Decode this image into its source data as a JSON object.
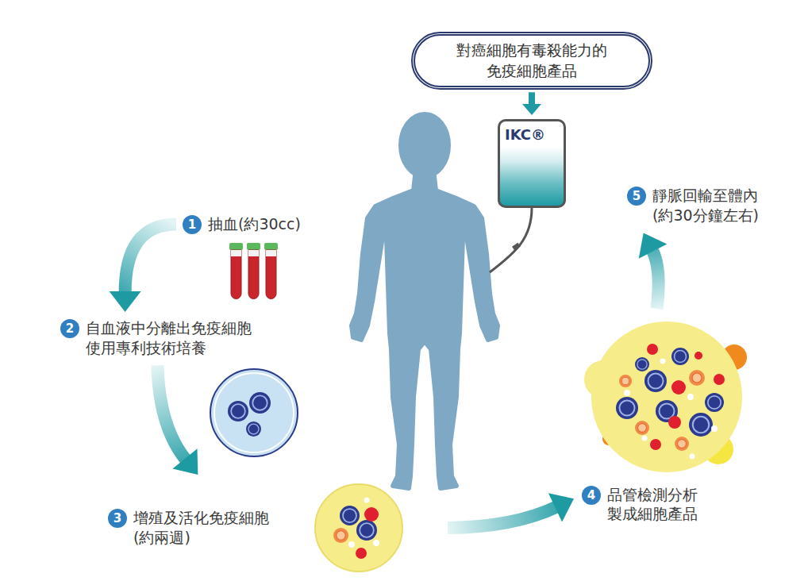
{
  "diagram": {
    "nodes": [
      {
        "text": [
          "對癌細胞有毒殺能力的 免疫細胞產品"
        ]
      },
      {
        "text": [
          "IKC®"
        ]
      },
      {
        "text": [
          "抽血(約30cc)"
        ]
      },
      {
        "text": [
          "自血液中分離出免疫細胞 使用專利技術培養"
        ]
      },
      {
        "text": [
          "增殖及活化免疫細胞 (約兩週)"
        ]
      },
      {
        "text": [
          "品管檢測分析 製成細胞產品"
        ]
      },
      {
        "text": [
          "靜脈回輸至體內 (約30分鐘左右)"
        ]
      }
    ],
    "edges": [
      {
        "from": 0,
        "to": 1,
        "arrow": "to"
      },
      {
        "from": 2,
        "to": 3,
        "arrow": "to"
      },
      {
        "from": 3,
        "to": 4,
        "arrow": "to"
      },
      {
        "from": 4,
        "to": 5,
        "arrow": "to"
      },
      {
        "from": 5,
        "to": 6,
        "arrow": "to"
      }
    ],
    "labels": [
      "1",
      "2",
      "3",
      "4",
      "5"
    ]
  }
}
